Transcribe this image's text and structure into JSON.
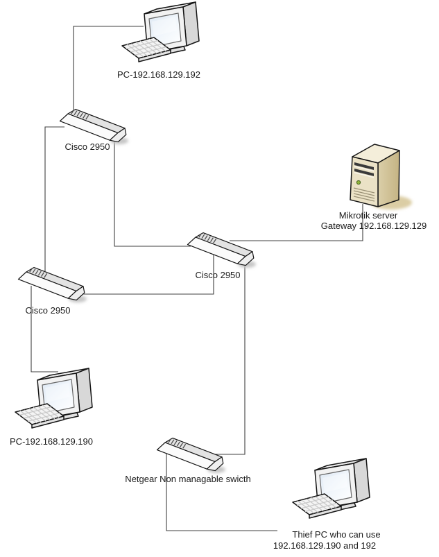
{
  "diagram": {
    "background_color": "#ffffff",
    "line_color": "#3f3f3f",
    "server_body_color": "#ebe2c6",
    "switch_body_color": "#fbfbfb",
    "nodes": {
      "pc_top": {
        "type": "pc",
        "label": "PC-192.168.129.192"
      },
      "switch_top": {
        "type": "switch",
        "label": "Cisco 2950"
      },
      "server": {
        "type": "server",
        "label": "Mikrotik server",
        "sublabel": "Gateway 192.168.129.129"
      },
      "switch_middle": {
        "type": "switch",
        "label": "Cisco 2950"
      },
      "switch_left": {
        "type": "switch",
        "label": "Cisco 2950"
      },
      "pc_left": {
        "type": "pc",
        "label": "PC-192.168.129.190"
      },
      "netgear_switch": {
        "type": "switch",
        "label": "Netgear Non managable swicth"
      },
      "thief_pc": {
        "type": "pc",
        "label": "Thief PC who can use",
        "sublabel": "192.168.129.190 and 192"
      }
    },
    "connections": [
      {
        "from": "pc_top",
        "to": "switch_top"
      },
      {
        "from": "switch_top",
        "to": "switch_left"
      },
      {
        "from": "switch_top",
        "to": "switch_middle"
      },
      {
        "from": "switch_middle",
        "to": "server"
      },
      {
        "from": "switch_middle",
        "to": "switch_left"
      },
      {
        "from": "switch_middle",
        "to": "netgear_switch"
      },
      {
        "from": "switch_left",
        "to": "pc_left"
      },
      {
        "from": "netgear_switch",
        "to": "thief_pc"
      }
    ]
  }
}
